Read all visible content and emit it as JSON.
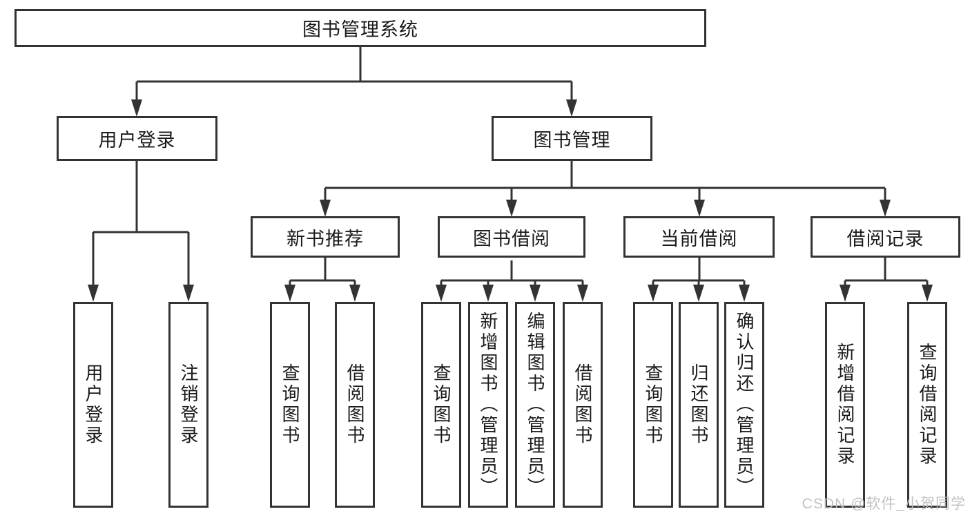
{
  "tree": {
    "root": "图书管理系统",
    "branches": [
      {
        "label": "用户登录",
        "children": [
          "用户登录",
          "注销登录"
        ]
      },
      {
        "label": "图书管理",
        "sub": [
          {
            "label": "新书推荐",
            "children": [
              "查询图书",
              "借阅图书"
            ]
          },
          {
            "label": "图书借阅",
            "children": [
              "查询图书",
              "新增图书（管理员）",
              "编辑图书（管理员）",
              "借阅图书"
            ]
          },
          {
            "label": "当前借阅",
            "children": [
              "查询图书",
              "归还图书",
              "确认归还（管理员）"
            ]
          },
          {
            "label": "借阅记录",
            "children": [
              "新增借阅记录",
              "查询借阅记录"
            ]
          }
        ]
      }
    ]
  },
  "colors": {
    "line": "#333333",
    "text": "#1a1a1a",
    "background": "#ffffff",
    "watermark": "#bebebe"
  },
  "watermark": "CSDN @软件_小贺同学"
}
